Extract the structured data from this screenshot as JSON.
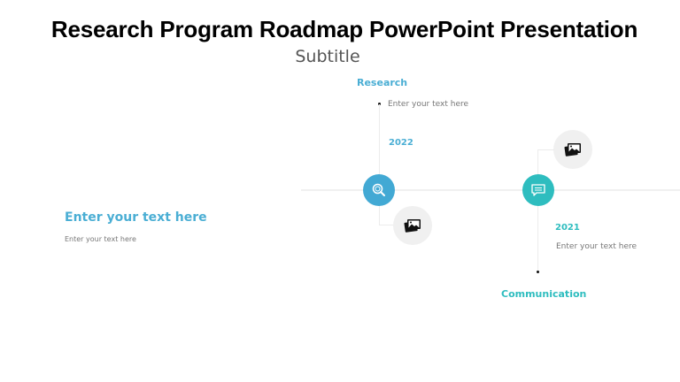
{
  "slide": {
    "title": "Research Program Roadmap PowerPoint Presentation",
    "subtitle": "Subtitle"
  },
  "left_panel": {
    "heading": "Enter your text here",
    "body": "Enter your text here"
  },
  "milestones": [
    {
      "label": "Research",
      "text": "Enter your text here",
      "year": "2022",
      "icon": "magnifier-icon",
      "icon_color": "#42A9D4",
      "secondary_icon": "image-icon"
    },
    {
      "label": "Communication",
      "text": "Enter your text here",
      "year": "2021",
      "icon": "chat-icon",
      "icon_color": "#2EBDBF",
      "secondary_icon": "image-icon"
    }
  ],
  "colors": {
    "blue": "#42A9D4",
    "teal": "#2EBDBF",
    "gray_circle": "#F0F0F0"
  }
}
